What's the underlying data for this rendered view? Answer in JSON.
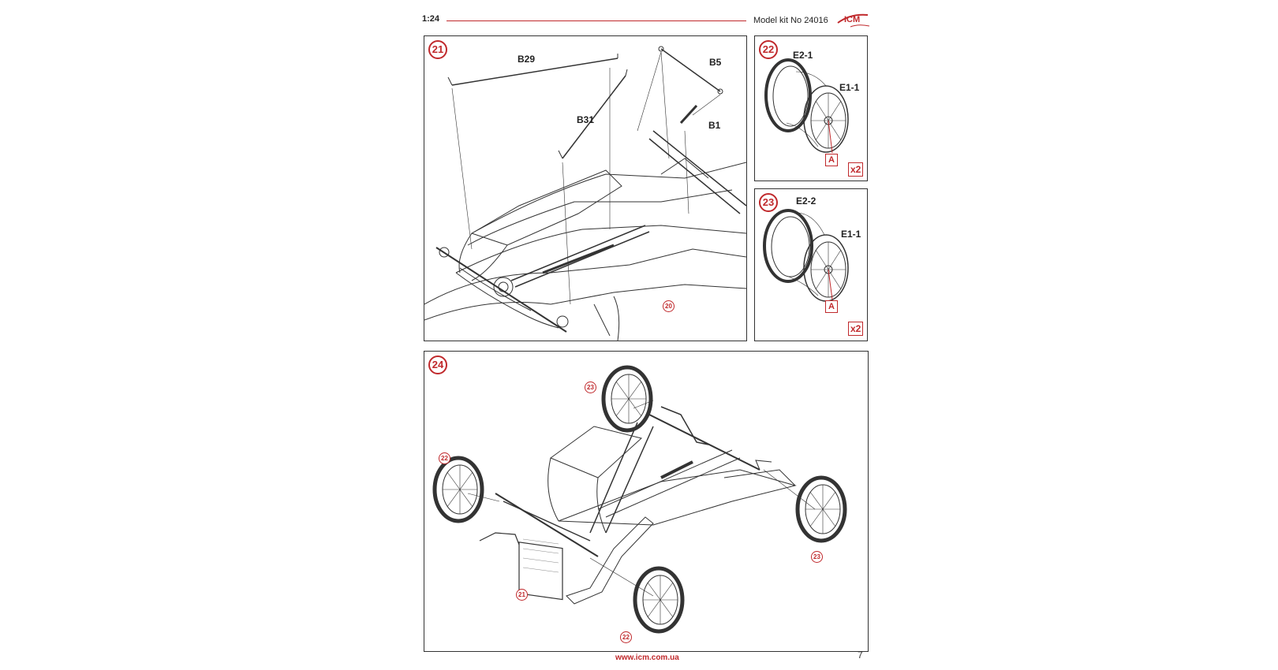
{
  "header": {
    "scale": "1:24",
    "kit_label": "Model kit No 24016",
    "brand": "ICM"
  },
  "steps": {
    "s21": {
      "number": "21",
      "parts": {
        "b29": "B29",
        "b5": "B5",
        "b31": "B31",
        "b1": "B1"
      },
      "ref": "20"
    },
    "s22": {
      "number": "22",
      "parts": {
        "tire": "E2-1",
        "wheel": "E1-1"
      },
      "mark": "A",
      "multiplier": "x2"
    },
    "s23": {
      "number": "23",
      "parts": {
        "tire": "E2-2",
        "wheel": "E1-1"
      },
      "mark": "A",
      "multiplier": "x2"
    },
    "s24": {
      "number": "24",
      "refs": {
        "wheel_rear_top": "23",
        "wheel_front_left": "22",
        "wheel_rear_right": "23",
        "wheel_front_bottom": "22",
        "chassis": "21"
      }
    }
  },
  "footer": {
    "url": "www.icm.com.ua",
    "page_number": "7"
  },
  "colors": {
    "accent": "#c0292c",
    "line": "#333333"
  }
}
